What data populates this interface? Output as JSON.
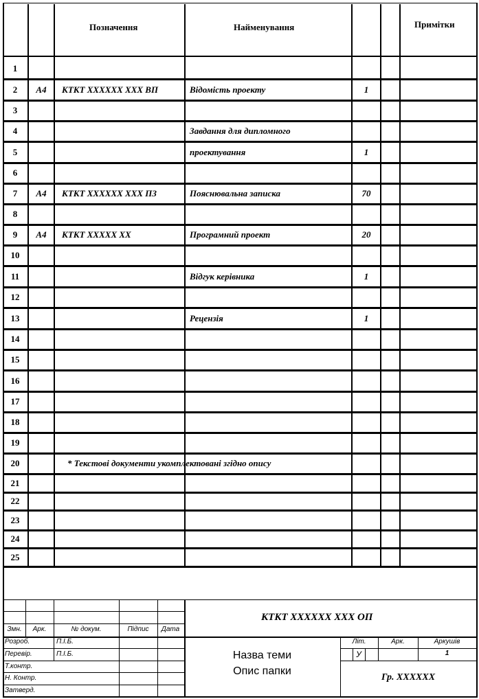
{
  "header": {
    "designation": "Позначення",
    "name": "Найменування",
    "notes": "Примітки"
  },
  "rows": [
    {
      "num": "1",
      "format": "",
      "code": "",
      "name": "",
      "qty": ""
    },
    {
      "num": "2",
      "format": "А4",
      "code": "КТКТ ХХХХХХ ХХХ ВП",
      "name": "Відомість проекту",
      "qty": "1"
    },
    {
      "num": "3",
      "format": "",
      "code": "",
      "name": "",
      "qty": ""
    },
    {
      "num": "4",
      "format": "",
      "code": "",
      "name": "Завдання для дипломного",
      "qty": ""
    },
    {
      "num": "5",
      "format": "",
      "code": "",
      "name": "проектування",
      "qty": "1"
    },
    {
      "num": "6",
      "format": "",
      "code": "",
      "name": "",
      "qty": ""
    },
    {
      "num": "7",
      "format": "А4",
      "code": "КТКТ ХХХХХХ ХХХ ПЗ",
      "name": "Пояснювальна записка",
      "qty": "70"
    },
    {
      "num": "8",
      "format": "",
      "code": "",
      "name": "",
      "qty": ""
    },
    {
      "num": "9",
      "format": "А4",
      "code": "КТКТ ХХХХХ ХХ",
      "name": "Програмний проект",
      "qty": "20"
    },
    {
      "num": "10",
      "format": "",
      "code": "",
      "name": "",
      "qty": ""
    },
    {
      "num": "11",
      "format": "",
      "code": "",
      "name": "Відгук керівника",
      "qty": "1"
    },
    {
      "num": "12",
      "format": "",
      "code": "",
      "name": "",
      "qty": ""
    },
    {
      "num": "13",
      "format": "",
      "code": "",
      "name": "Рецензія",
      "qty": "1"
    },
    {
      "num": "14",
      "format": "",
      "code": "",
      "name": "",
      "qty": ""
    },
    {
      "num": "15",
      "format": "",
      "code": "",
      "name": "",
      "qty": ""
    },
    {
      "num": "16",
      "format": "",
      "code": "",
      "name": "",
      "qty": ""
    },
    {
      "num": "17",
      "format": "",
      "code": "",
      "name": "",
      "qty": ""
    },
    {
      "num": "18",
      "format": "",
      "code": "",
      "name": "",
      "qty": ""
    },
    {
      "num": "19",
      "format": "",
      "code": "",
      "name": "",
      "qty": ""
    },
    {
      "num": "20",
      "format": "",
      "code": "",
      "name": "",
      "qty": ""
    },
    {
      "num": "21",
      "format": "",
      "code": "",
      "name": "",
      "qty": ""
    },
    {
      "num": "22",
      "format": "",
      "code": "",
      "name": "",
      "qty": ""
    },
    {
      "num": "23",
      "format": "",
      "code": "",
      "name": "",
      "qty": ""
    },
    {
      "num": "24",
      "format": "",
      "code": "",
      "name": "",
      "qty": ""
    },
    {
      "num": "25",
      "format": "",
      "code": "",
      "name": "",
      "qty": ""
    }
  ],
  "note_row20": "* Текстові документи укомплектовані згідно опису",
  "stamp": {
    "doc_code": "КТКТ ХХХХХХ ХХХ ОП",
    "col_change": "Змн.",
    "col_sheet": "Арк.",
    "col_docnum": "№ докум.",
    "col_sign": "Підпис",
    "col_date": "Дата",
    "developed": "Розроб.",
    "checked": "Перевір.",
    "tcontrol": "Т.контр.",
    "ncontrol": "Н. Контр.",
    "approved": "Затверд.",
    "name_dev": "П.І.Б.",
    "name_chk": "П.І.Б.",
    "title_line1": "Назва теми",
    "title_line2": "Опис папки",
    "lit_label": "Літ.",
    "sheet_label": "Арк.",
    "sheets_label": "Аркушів",
    "lit_value": "У",
    "sheets_value": "1",
    "group": "Гр. ХХХХХХ"
  }
}
